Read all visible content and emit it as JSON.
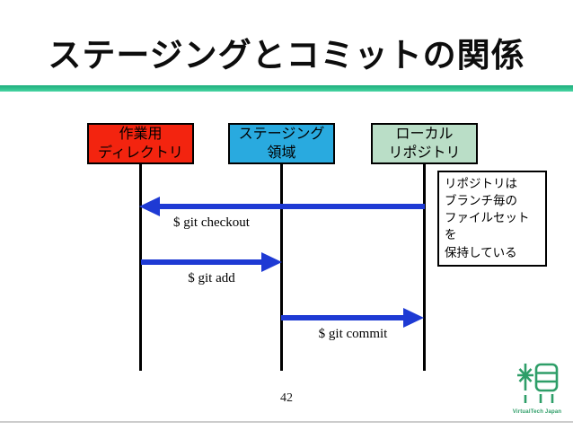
{
  "slide": {
    "title": "ステージングとコミットの関係",
    "page_number": "42"
  },
  "diagram": {
    "nodes": [
      {
        "id": "working-directory",
        "lines": [
          "作業用",
          "ディレクトリ"
        ],
        "fill": "#f3240f"
      },
      {
        "id": "staging-area",
        "lines": [
          "ステージング",
          "領域"
        ],
        "fill": "#29aadf"
      },
      {
        "id": "local-repository",
        "lines": [
          "ローカル",
          "リポジトリ"
        ],
        "fill": "#badec7"
      }
    ],
    "messages": [
      {
        "label": "$ git checkout",
        "from": "local-repository",
        "to": "working-directory",
        "direction": "left"
      },
      {
        "label": "$ git add",
        "from": "working-directory",
        "to": "staging-area",
        "direction": "right"
      },
      {
        "label": "$ git commit",
        "from": "staging-area",
        "to": "local-repository",
        "direction": "right"
      }
    ],
    "callout": {
      "lines": [
        "リポジトリは",
        "ブランチ毎の",
        "ファイルセットを",
        "保持している"
      ]
    },
    "colors": {
      "arrow_blue": "#1e3ad4",
      "title_rule_green": "#2cb98a",
      "node_working_red": "#f3240f",
      "node_staging_cyan": "#29aadf",
      "node_local_green": "#badec7",
      "logo_green": "#2e9e68",
      "bottom_rule_gray": "#cccccc"
    }
  },
  "footer": {
    "logo_caption": "VirtualTech Japan"
  }
}
